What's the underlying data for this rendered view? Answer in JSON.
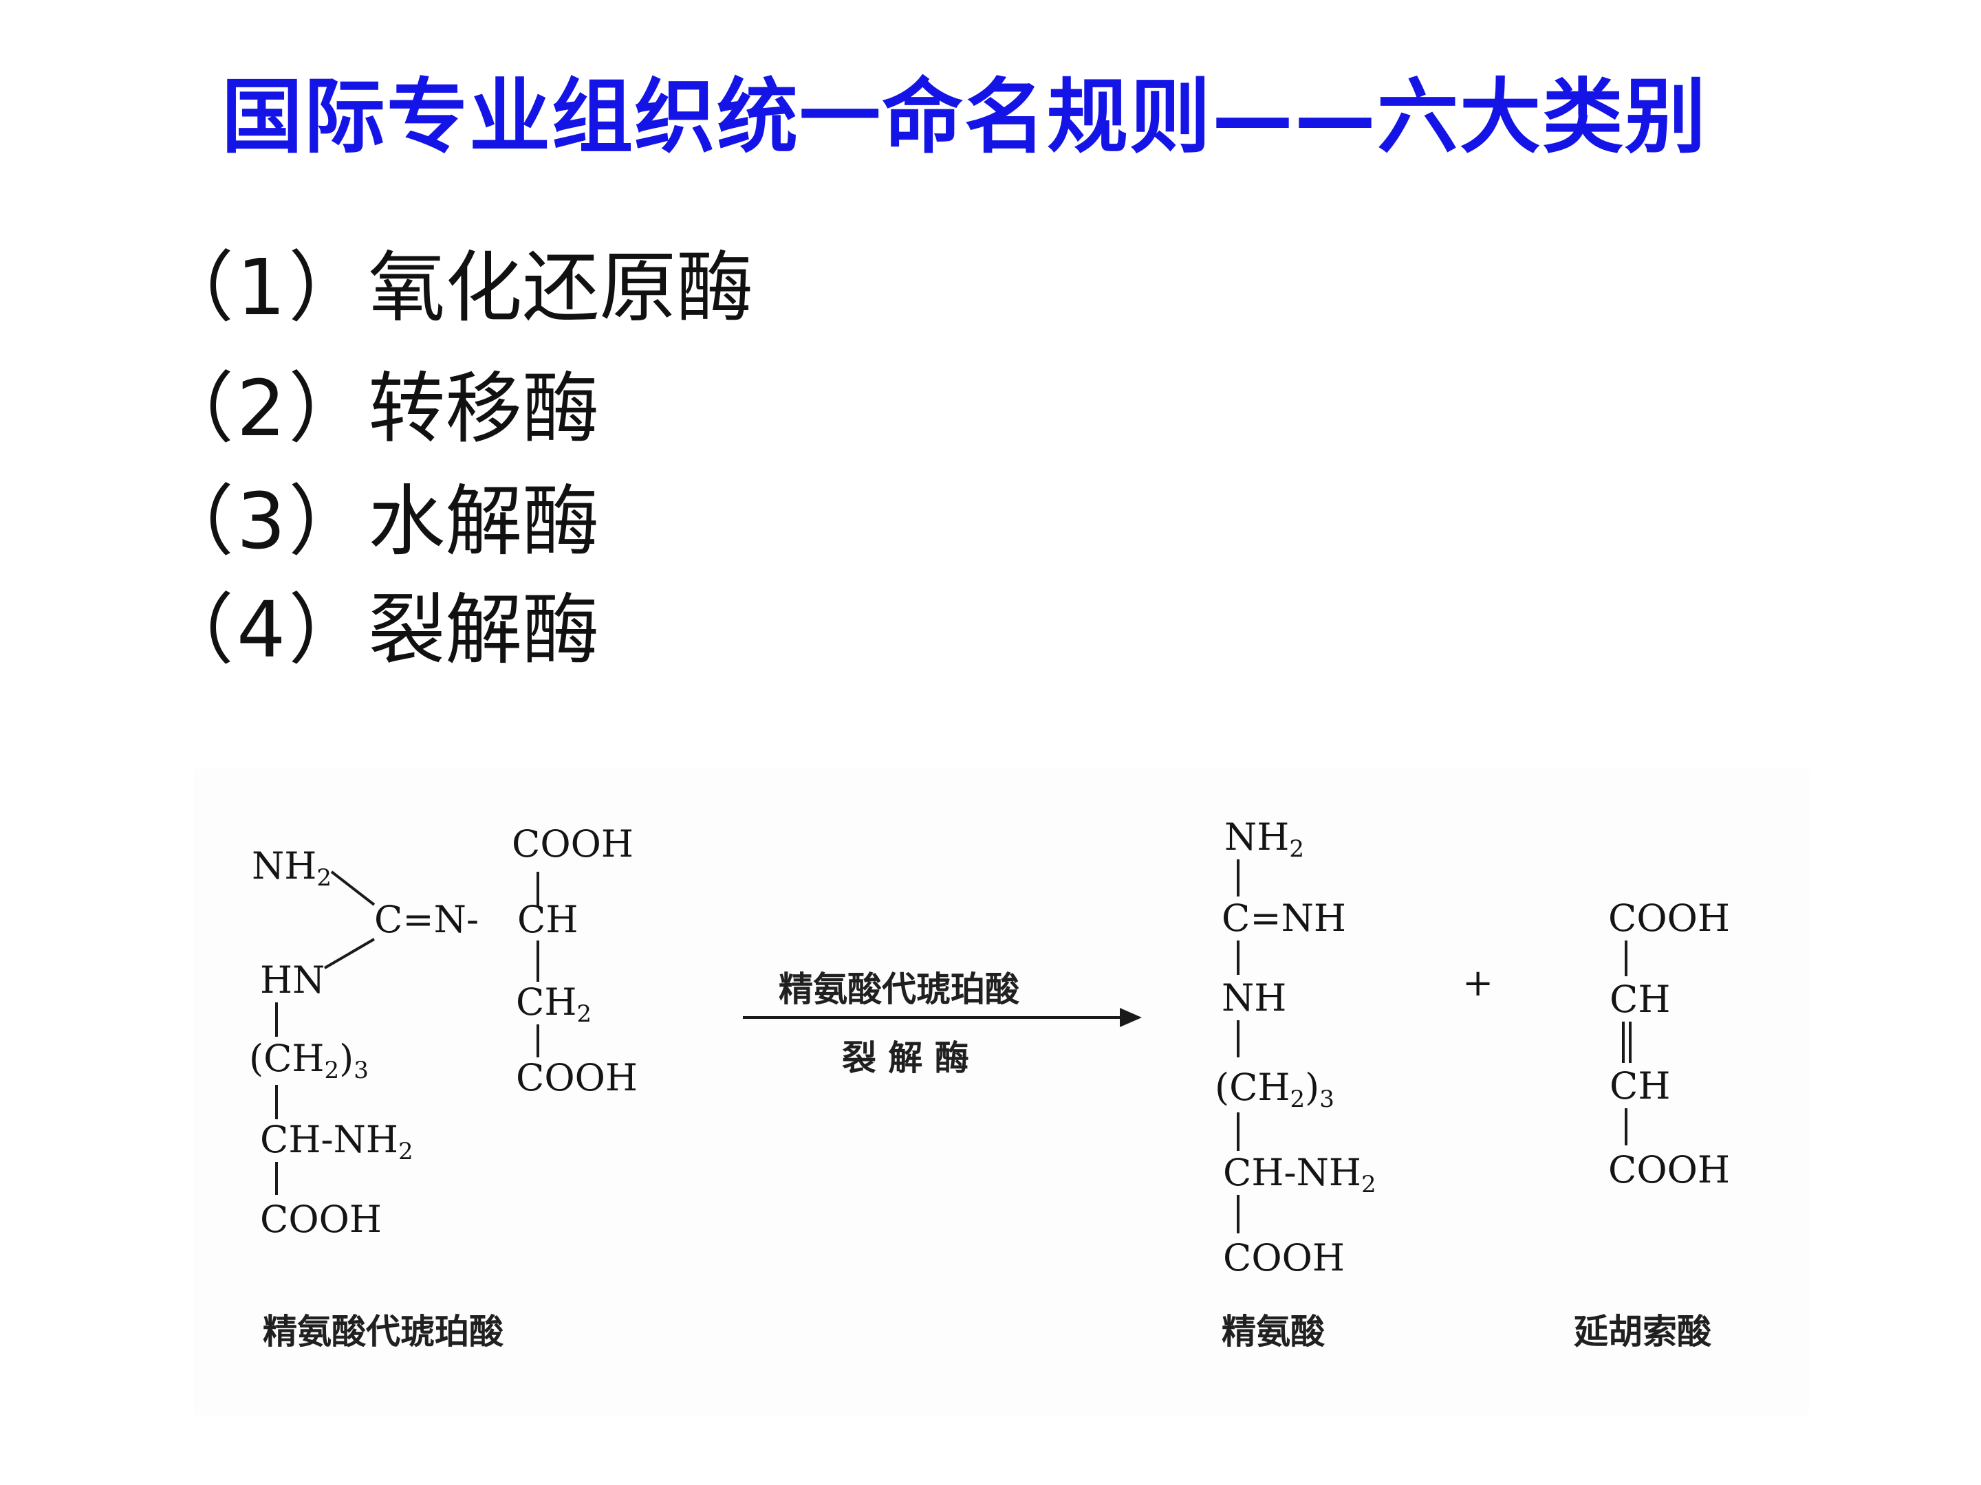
{
  "title": "国际专业组织统一命名规则——六大类别",
  "enzyme_classes": [
    {
      "num": "（1）",
      "name": "氧化还原酶"
    },
    {
      "num": "（2）",
      "name": "转移酶"
    },
    {
      "num": "（3）",
      "name": "水解酶"
    },
    {
      "num": "（4）",
      "name": "裂解酶"
    }
  ],
  "reaction": {
    "substrate": {
      "groups": {
        "nh2": "NH",
        "c_eq_n": "C=N-",
        "ch_top": "CH",
        "cooh_top": "COOH",
        "hn": "HN",
        "ch2_side": "CH",
        "cooh_side": "COOH",
        "ch2_3": "(CH",
        "ch_nh2": "CH-NH",
        "cooh_bottom": "COOH"
      },
      "name": "精氨酸代琥珀酸"
    },
    "arrow": {
      "enzyme_above": "精氨酸代琥珀酸",
      "enzyme_below": "裂 解 酶"
    },
    "product1": {
      "groups": {
        "nh2": "NH",
        "c_eq_nh": "C=NH",
        "nh": "NH",
        "ch2_3": "(CH",
        "ch_nh2": "CH-NH",
        "cooh": "COOH"
      },
      "name": "精氨酸"
    },
    "plus": "+",
    "product2": {
      "groups": {
        "cooh_top": "COOH",
        "ch1": "CH",
        "ch2": "CH",
        "cooh_bottom": "COOH"
      },
      "name": "延胡索酸"
    },
    "subscripts": {
      "two": "2",
      "three": "3"
    }
  },
  "colors": {
    "title": "#1414e6",
    "text": "#111111"
  }
}
